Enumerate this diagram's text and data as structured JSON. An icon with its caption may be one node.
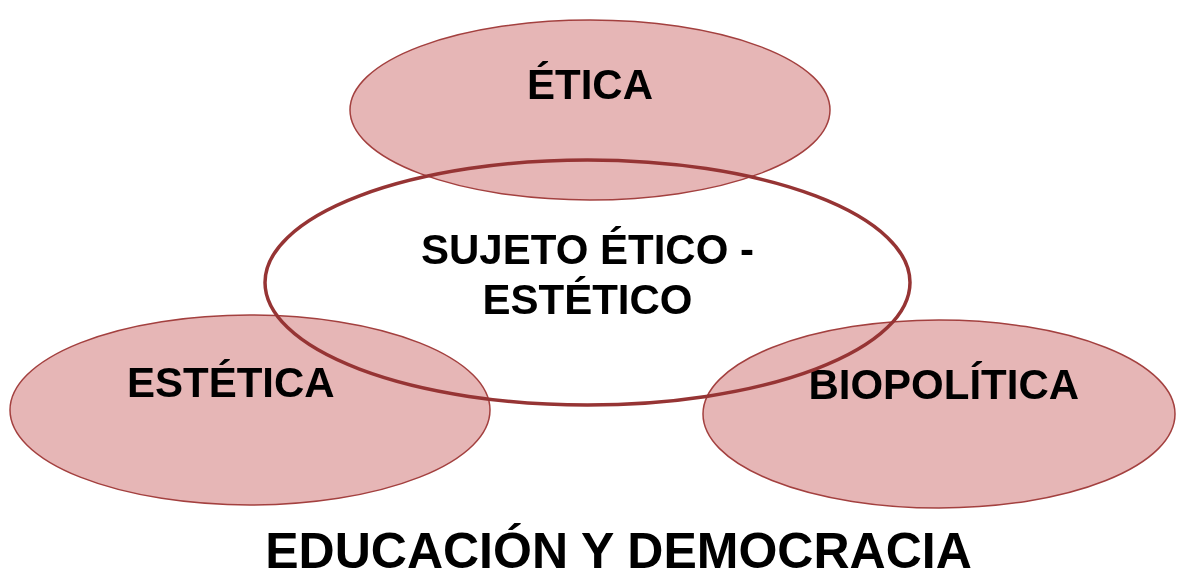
{
  "diagram": {
    "title": "EDUCACIÓN Y DEMOCRACIA",
    "nodes": [
      {
        "text": [
          "ÉTICA"
        ]
      },
      {
        "text": [
          "ESTÉTICA"
        ]
      },
      {
        "text": [
          "BIOPOLÍTICA"
        ]
      },
      {
        "text": [
          "SUJETO ÉTICO - ESTÉTICO"
        ]
      }
    ]
  }
}
